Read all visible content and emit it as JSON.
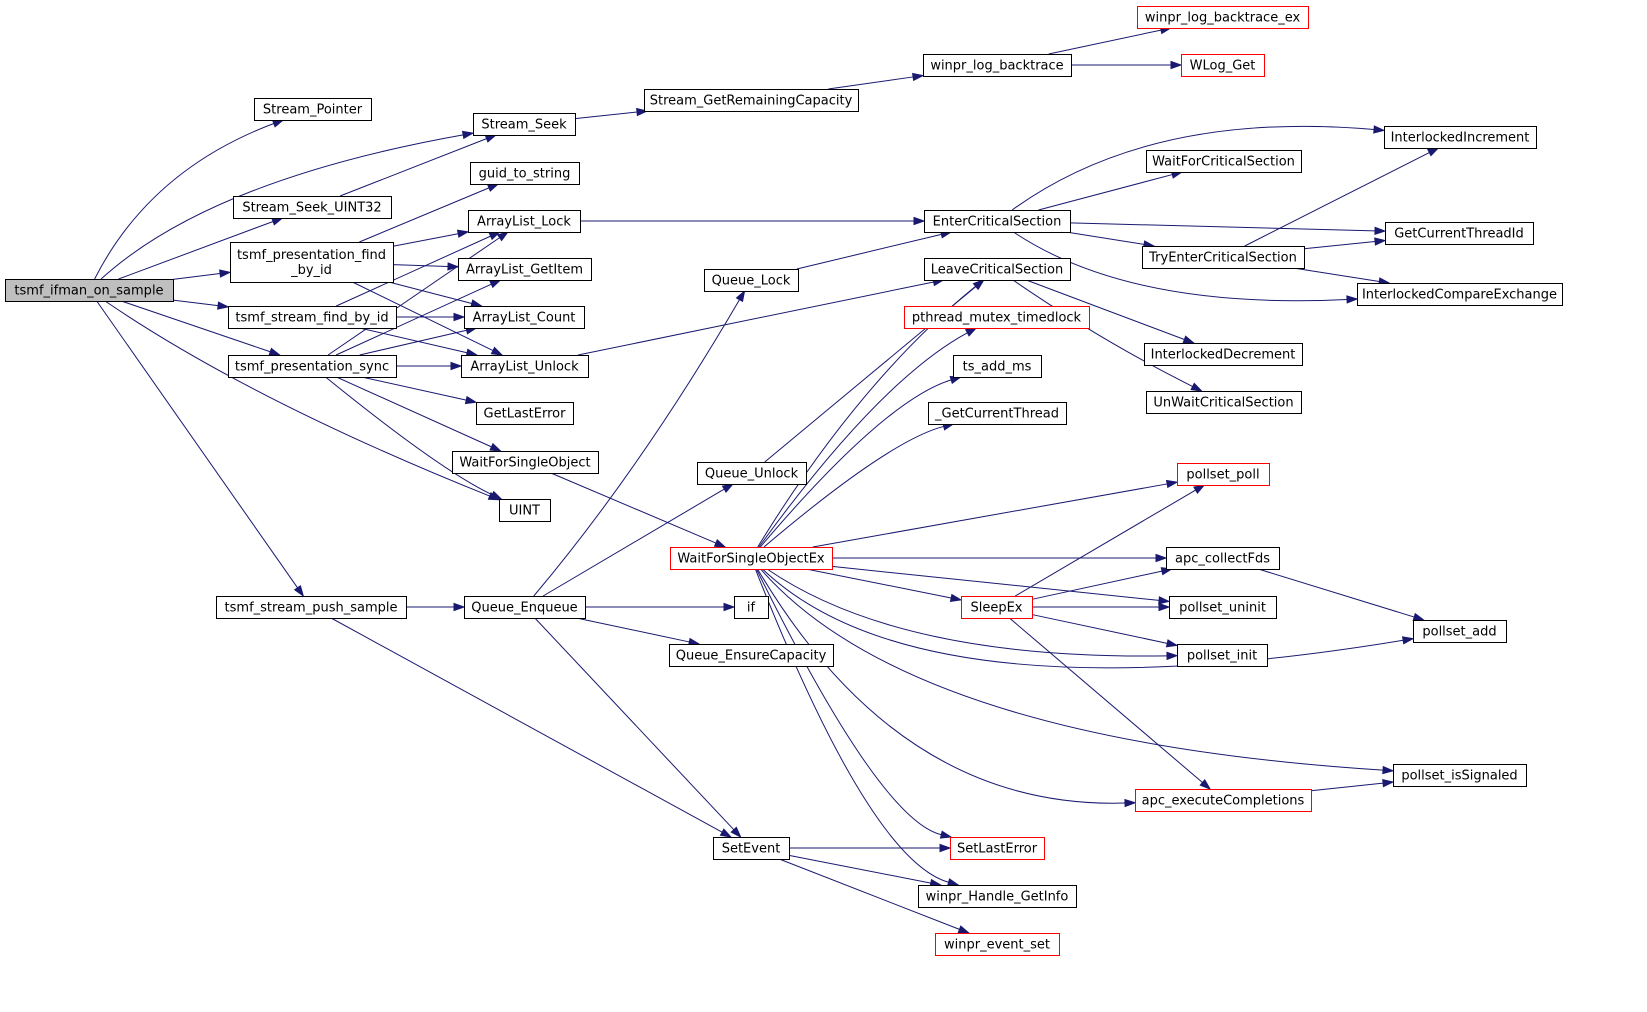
{
  "colors": {
    "edge": "#191970",
    "node_border": "#000000",
    "truncated_node_border": "#ff0000",
    "root_fill": "#bfbfbf",
    "node_fill": "#ffffff"
  },
  "nodes": {
    "tsmf_ifman_on_sample": {
      "label": "tsmf_ifman_on_sample",
      "kind": "root"
    },
    "Stream_Pointer": {
      "label": "Stream_Pointer"
    },
    "Stream_Seek": {
      "label": "Stream_Seek"
    },
    "Stream_Seek_UINT32": {
      "label": "Stream_Seek_UINT32"
    },
    "tsmf_presentation_find_by_id": {
      "label": [
        "tsmf_presentation_find",
        "_by_id"
      ]
    },
    "tsmf_stream_find_by_id": {
      "label": "tsmf_stream_find_by_id"
    },
    "tsmf_presentation_sync": {
      "label": "tsmf_presentation_sync"
    },
    "tsmf_stream_push_sample": {
      "label": "tsmf_stream_push_sample"
    },
    "guid_to_string": {
      "label": "guid_to_string"
    },
    "ArrayList_Lock": {
      "label": "ArrayList_Lock"
    },
    "ArrayList_GetItem": {
      "label": "ArrayList_GetItem"
    },
    "ArrayList_Count": {
      "label": "ArrayList_Count"
    },
    "ArrayList_Unlock": {
      "label": "ArrayList_Unlock"
    },
    "GetLastError": {
      "label": "GetLastError"
    },
    "WaitForSingleObject": {
      "label": "WaitForSingleObject"
    },
    "UINT": {
      "label": "UINT"
    },
    "Queue_Enqueue": {
      "label": "Queue_Enqueue"
    },
    "Stream_GetRemainingCapacity": {
      "label": "Stream_GetRemainingCapacity"
    },
    "Queue_Lock": {
      "label": "Queue_Lock"
    },
    "Queue_Unlock": {
      "label": "Queue_Unlock"
    },
    "WaitForSingleObjectEx": {
      "label": "WaitForSingleObjectEx",
      "kind": "red"
    },
    "if": {
      "label": "if"
    },
    "Queue_EnsureCapacity": {
      "label": "Queue_EnsureCapacity"
    },
    "SetEvent": {
      "label": "SetEvent"
    },
    "winpr_log_backtrace": {
      "label": "winpr_log_backtrace"
    },
    "EnterCriticalSection": {
      "label": "EnterCriticalSection"
    },
    "LeaveCriticalSection": {
      "label": "LeaveCriticalSection"
    },
    "pthread_mutex_timedlock": {
      "label": "pthread_mutex_timedlock",
      "kind": "red"
    },
    "ts_add_ms": {
      "label": "ts_add_ms"
    },
    "_GetCurrentThread": {
      "label": "_GetCurrentThread"
    },
    "SleepEx": {
      "label": "SleepEx",
      "kind": "red"
    },
    "SetLastError": {
      "label": "SetLastError",
      "kind": "red"
    },
    "winpr_Handle_GetInfo": {
      "label": "winpr_Handle_GetInfo"
    },
    "winpr_event_set": {
      "label": "winpr_event_set",
      "kind": "red"
    },
    "winpr_log_backtrace_ex": {
      "label": "winpr_log_backtrace_ex",
      "kind": "red"
    },
    "WLog_Get": {
      "label": "WLog_Get",
      "kind": "red"
    },
    "WaitForCriticalSection": {
      "label": "WaitForCriticalSection"
    },
    "TryEnterCriticalSection": {
      "label": "TryEnterCriticalSection"
    },
    "InterlockedDecrement": {
      "label": "InterlockedDecrement"
    },
    "UnWaitCriticalSection": {
      "label": "UnWaitCriticalSection"
    },
    "pollset_poll": {
      "label": "pollset_poll",
      "kind": "red"
    },
    "apc_collectFds": {
      "label": "apc_collectFds"
    },
    "pollset_uninit": {
      "label": "pollset_uninit"
    },
    "pollset_init": {
      "label": "pollset_init"
    },
    "apc_executeCompletions": {
      "label": "apc_executeCompletions",
      "kind": "red"
    },
    "InterlockedIncrement": {
      "label": "InterlockedIncrement"
    },
    "GetCurrentThreadId": {
      "label": "GetCurrentThreadId"
    },
    "InterlockedCompareExchange": {
      "label": "InterlockedCompareExchange"
    },
    "pollset_add": {
      "label": "pollset_add"
    },
    "pollset_isSignaled": {
      "label": "pollset_isSignaled"
    }
  },
  "edges": [
    [
      "tsmf_ifman_on_sample",
      "Stream_Pointer"
    ],
    [
      "tsmf_ifman_on_sample",
      "Stream_Seek"
    ],
    [
      "tsmf_ifman_on_sample",
      "Stream_Seek_UINT32"
    ],
    [
      "tsmf_ifman_on_sample",
      "tsmf_presentation_find_by_id"
    ],
    [
      "tsmf_ifman_on_sample",
      "tsmf_stream_find_by_id"
    ],
    [
      "tsmf_ifman_on_sample",
      "tsmf_presentation_sync"
    ],
    [
      "tsmf_ifman_on_sample",
      "UINT"
    ],
    [
      "tsmf_ifman_on_sample",
      "tsmf_stream_push_sample"
    ],
    [
      "Stream_Seek_UINT32",
      "Stream_Seek"
    ],
    [
      "Stream_Seek",
      "Stream_GetRemainingCapacity"
    ],
    [
      "Stream_GetRemainingCapacity",
      "winpr_log_backtrace"
    ],
    [
      "winpr_log_backtrace",
      "winpr_log_backtrace_ex"
    ],
    [
      "winpr_log_backtrace",
      "WLog_Get"
    ],
    [
      "tsmf_presentation_find_by_id",
      "guid_to_string"
    ],
    [
      "tsmf_presentation_find_by_id",
      "ArrayList_Lock"
    ],
    [
      "tsmf_presentation_find_by_id",
      "ArrayList_GetItem"
    ],
    [
      "tsmf_presentation_find_by_id",
      "ArrayList_Count"
    ],
    [
      "tsmf_presentation_find_by_id",
      "ArrayList_Unlock"
    ],
    [
      "tsmf_stream_find_by_id",
      "ArrayList_Lock"
    ],
    [
      "tsmf_stream_find_by_id",
      "ArrayList_Count"
    ],
    [
      "tsmf_stream_find_by_id",
      "ArrayList_Unlock"
    ],
    [
      "tsmf_presentation_sync",
      "ArrayList_Lock"
    ],
    [
      "tsmf_presentation_sync",
      "ArrayList_GetItem"
    ],
    [
      "tsmf_presentation_sync",
      "ArrayList_Count"
    ],
    [
      "tsmf_presentation_sync",
      "ArrayList_Unlock"
    ],
    [
      "tsmf_presentation_sync",
      "GetLastError"
    ],
    [
      "tsmf_presentation_sync",
      "WaitForSingleObject"
    ],
    [
      "tsmf_presentation_sync",
      "UINT"
    ],
    [
      "ArrayList_Lock",
      "EnterCriticalSection"
    ],
    [
      "ArrayList_Unlock",
      "LeaveCriticalSection"
    ],
    [
      "WaitForSingleObject",
      "WaitForSingleObjectEx"
    ],
    [
      "tsmf_stream_push_sample",
      "Queue_Enqueue"
    ],
    [
      "tsmf_stream_push_sample",
      "SetEvent"
    ],
    [
      "Queue_Enqueue",
      "Queue_Lock"
    ],
    [
      "Queue_Enqueue",
      "Queue_Unlock"
    ],
    [
      "Queue_Enqueue",
      "if"
    ],
    [
      "Queue_Enqueue",
      "Queue_EnsureCapacity"
    ],
    [
      "Queue_Enqueue",
      "SetEvent"
    ],
    [
      "Queue_Lock",
      "EnterCriticalSection"
    ],
    [
      "Queue_Unlock",
      "LeaveCriticalSection"
    ],
    [
      "EnterCriticalSection",
      "InterlockedIncrement"
    ],
    [
      "EnterCriticalSection",
      "WaitForCriticalSection"
    ],
    [
      "EnterCriticalSection",
      "GetCurrentThreadId"
    ],
    [
      "EnterCriticalSection",
      "TryEnterCriticalSection"
    ],
    [
      "EnterCriticalSection",
      "InterlockedCompareExchange"
    ],
    [
      "TryEnterCriticalSection",
      "InterlockedIncrement"
    ],
    [
      "TryEnterCriticalSection",
      "GetCurrentThreadId"
    ],
    [
      "TryEnterCriticalSection",
      "InterlockedCompareExchange"
    ],
    [
      "LeaveCriticalSection",
      "InterlockedDecrement"
    ],
    [
      "LeaveCriticalSection",
      "UnWaitCriticalSection"
    ],
    [
      "WaitForSingleObjectEx",
      "LeaveCriticalSection"
    ],
    [
      "WaitForSingleObjectEx",
      "pthread_mutex_timedlock"
    ],
    [
      "WaitForSingleObjectEx",
      "ts_add_ms"
    ],
    [
      "WaitForSingleObjectEx",
      "_GetCurrentThread"
    ],
    [
      "WaitForSingleObjectEx",
      "pollset_poll"
    ],
    [
      "WaitForSingleObjectEx",
      "apc_collectFds"
    ],
    [
      "WaitForSingleObjectEx",
      "SleepEx"
    ],
    [
      "WaitForSingleObjectEx",
      "pollset_uninit"
    ],
    [
      "WaitForSingleObjectEx",
      "pollset_init"
    ],
    [
      "WaitForSingleObjectEx",
      "pollset_add"
    ],
    [
      "WaitForSingleObjectEx",
      "pollset_isSignaled"
    ],
    [
      "WaitForSingleObjectEx",
      "apc_executeCompletions"
    ],
    [
      "WaitForSingleObjectEx",
      "SetLastError"
    ],
    [
      "WaitForSingleObjectEx",
      "winpr_Handle_GetInfo"
    ],
    [
      "SleepEx",
      "pollset_poll"
    ],
    [
      "SleepEx",
      "apc_collectFds"
    ],
    [
      "SleepEx",
      "pollset_uninit"
    ],
    [
      "SleepEx",
      "pollset_init"
    ],
    [
      "SleepEx",
      "apc_executeCompletions"
    ],
    [
      "apc_collectFds",
      "pollset_add"
    ],
    [
      "apc_executeCompletions",
      "pollset_isSignaled"
    ],
    [
      "SetEvent",
      "SetLastError"
    ],
    [
      "SetEvent",
      "winpr_Handle_GetInfo"
    ],
    [
      "SetEvent",
      "winpr_event_set"
    ]
  ]
}
